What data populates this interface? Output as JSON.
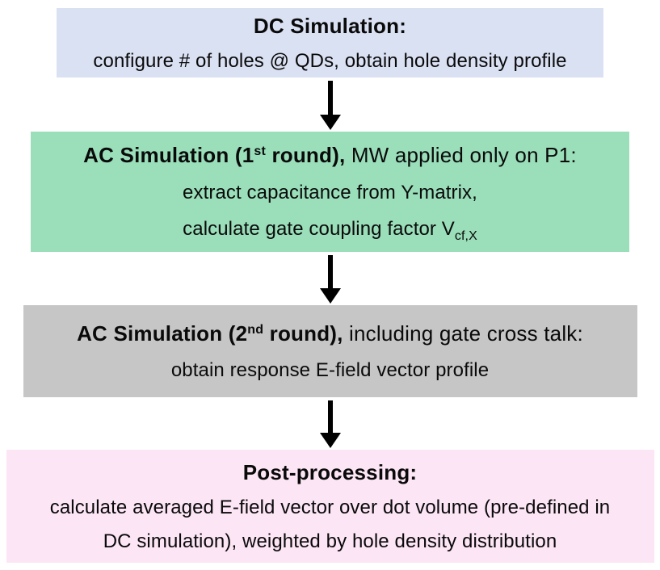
{
  "flowchart": {
    "arrow_color": "#000000",
    "boxes": [
      {
        "name": "dc-simulation",
        "bg": "#dae1f3",
        "title": "DC Simulation:",
        "body_line1": "configure # of holes @ QDs, obtain hole density profile"
      },
      {
        "name": "ac-simulation-1st-round",
        "bg": "#9adeba",
        "title_bold_pre": "AC Simulation (1",
        "title_sup": "st",
        "title_bold_post": " round),",
        "title_regular": " MW applied only on P1:",
        "body_line1": "extract capacitance from Y-matrix,",
        "body_line2_main": "calculate gate coupling factor V",
        "body_line2_sub": "cf,X"
      },
      {
        "name": "ac-simulation-2nd-round",
        "bg": "#c6c6c6",
        "title_bold_pre": "AC Simulation (2",
        "title_sup": "nd",
        "title_bold_post": " round),",
        "title_regular": " including gate cross talk:",
        "body_line1": "obtain response E-field vector profile"
      },
      {
        "name": "post-processing",
        "bg": "#fce5f5",
        "title": "Post-processing:",
        "body_line1": "calculate averaged E-field vector over dot volume (pre-defined in",
        "body_line2": "DC simulation), weighted by hole density distribution"
      }
    ]
  }
}
